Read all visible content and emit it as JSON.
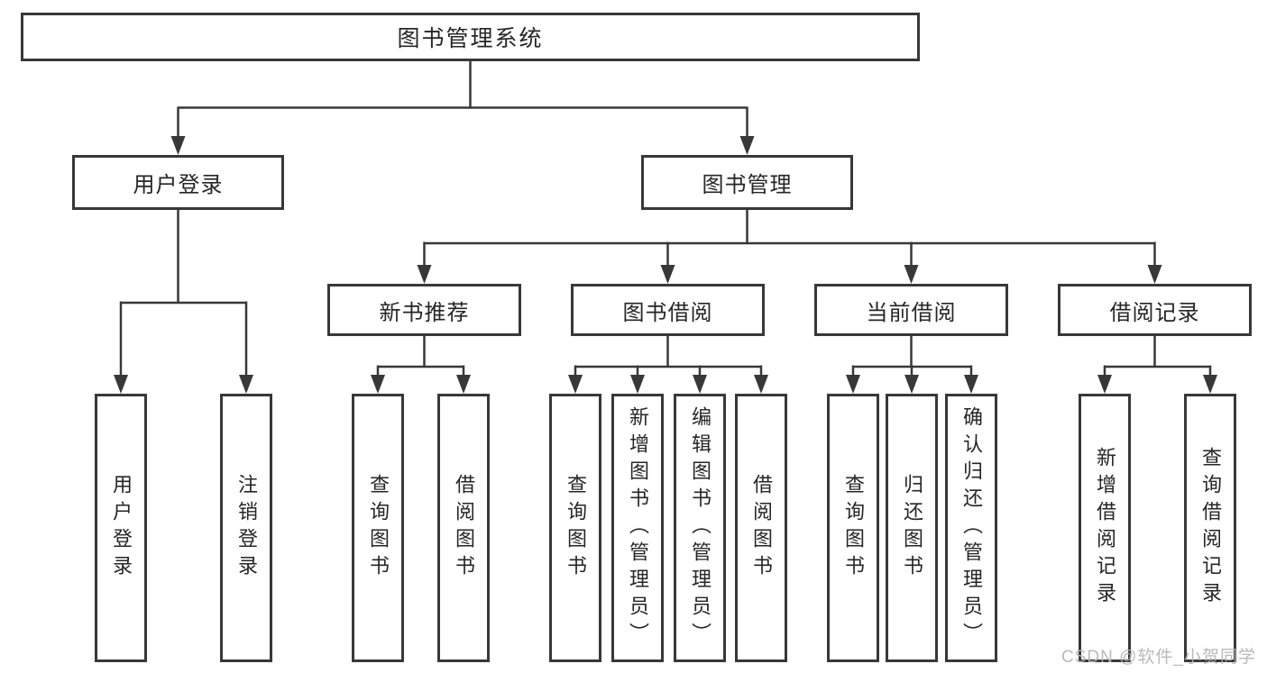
{
  "diagram": {
    "root": {
      "label": "图书管理系统",
      "children": [
        {
          "label": "用户登录",
          "children": [
            {
              "label": "用户登录"
            },
            {
              "label": "注销登录"
            }
          ]
        },
        {
          "label": "图书管理",
          "children": [
            {
              "label": "新书推荐",
              "children": [
                {
                  "label": "查询图书"
                },
                {
                  "label": "借阅图书"
                }
              ]
            },
            {
              "label": "图书借阅",
              "children": [
                {
                  "label": "查询图书"
                },
                {
                  "label": "新增图书（管理员）"
                },
                {
                  "label": "编辑图书（管理员）"
                },
                {
                  "label": "借阅图书"
                }
              ]
            },
            {
              "label": "当前借阅",
              "children": [
                {
                  "label": "查询图书"
                },
                {
                  "label": "归还图书"
                },
                {
                  "label": "确认归还（管理员）"
                }
              ]
            },
            {
              "label": "借阅记录",
              "children": [
                {
                  "label": "新增借阅记录"
                },
                {
                  "label": "查询借阅记录"
                }
              ]
            }
          ]
        }
      ]
    },
    "watermark": "CSDN @软件_小贺同学",
    "colors": {
      "line": "#383838",
      "box_border": "#383838",
      "text": "#262626",
      "background": "#ffffff",
      "watermark": "#b9b1b1"
    }
  }
}
